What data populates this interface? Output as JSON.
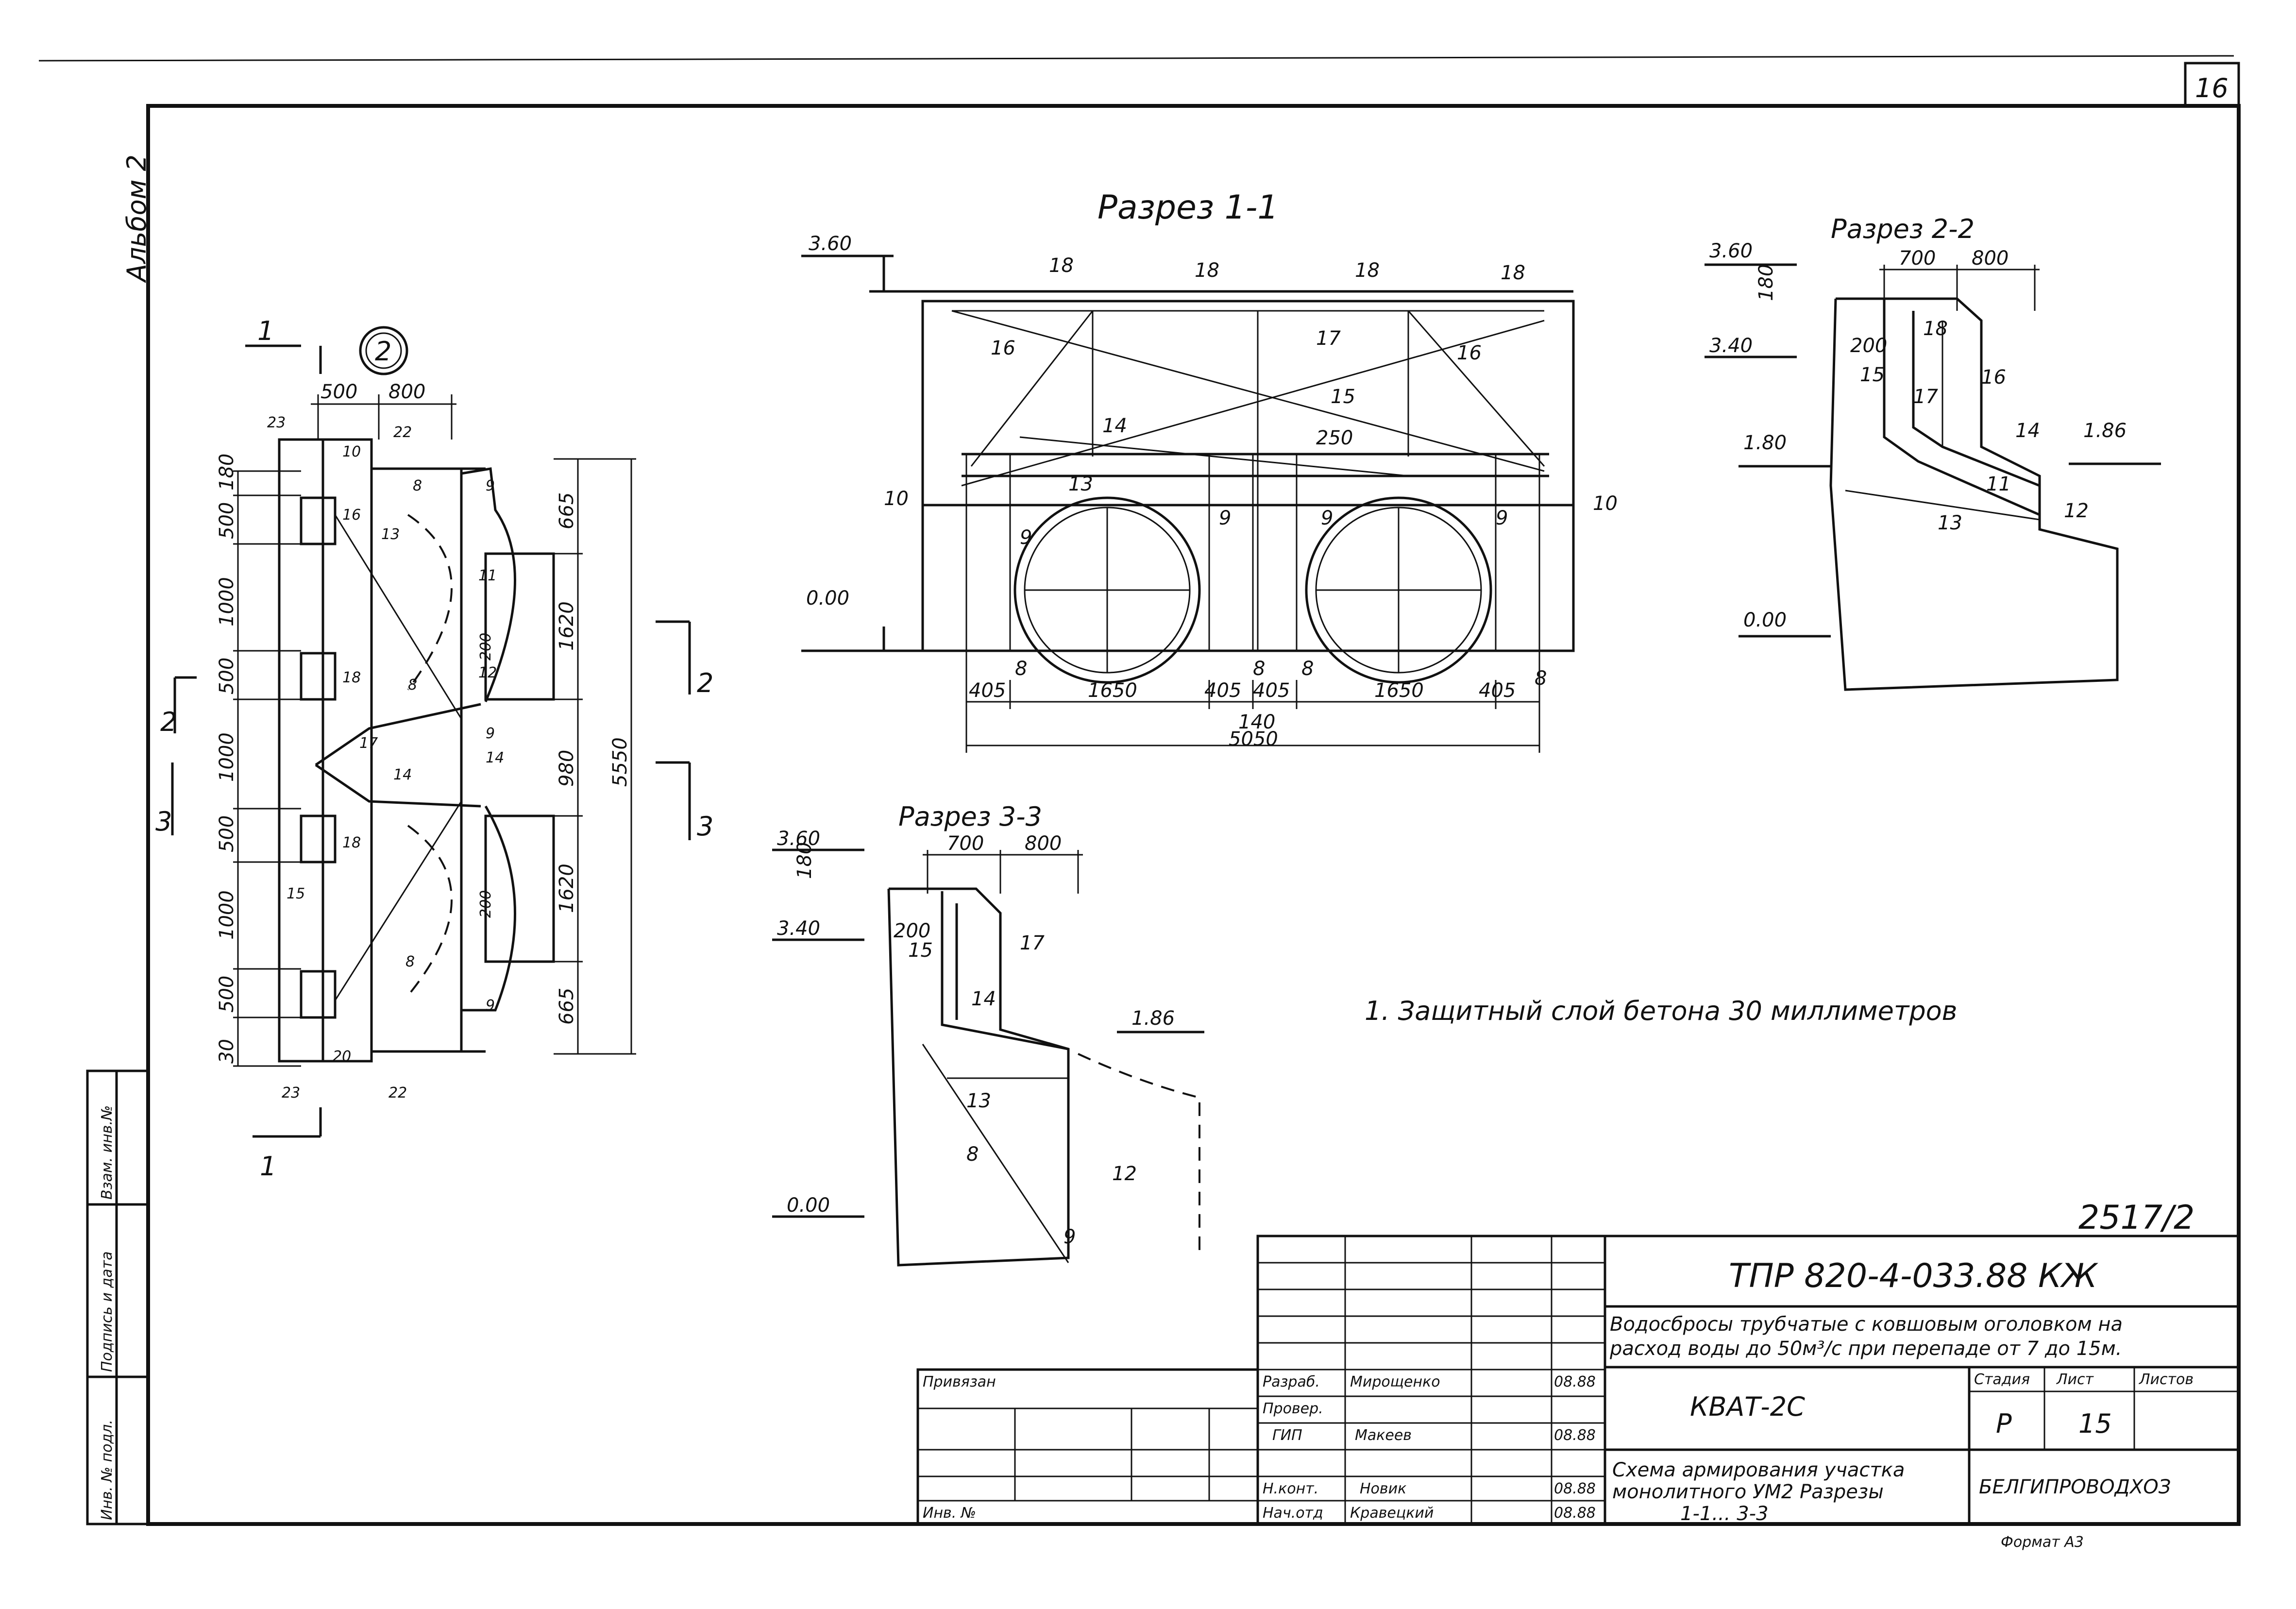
{
  "page_number": "16",
  "album_label": "Альбом 2",
  "side_stamp": [
    "Инв. № подл.",
    "Подпись и дата",
    "Взам. инв.№"
  ],
  "plan": {
    "mark": "2",
    "dims_top": [
      "500",
      "800"
    ],
    "dims_left": [
      "180",
      "500",
      "1000",
      "500",
      "1000",
      "500",
      "1000",
      "500",
      "30"
    ],
    "dims_right": [
      "665",
      "1620",
      "980",
      "1620",
      "665"
    ],
    "dim_total": "5550",
    "inner_dims": [
      "200",
      "200"
    ],
    "callouts": [
      "23",
      "22",
      "10",
      "16",
      "13",
      "8",
      "9",
      "11",
      "18",
      "12",
      "8",
      "9",
      "17",
      "14",
      "14",
      "15",
      "18",
      "8",
      "9",
      "20",
      "22",
      "23"
    ],
    "cut_marks": [
      "1",
      "1",
      "2",
      "2",
      "3",
      "3"
    ]
  },
  "section_1": {
    "title": "Разрез 1-1",
    "level_top": "3.60",
    "level_bottom": "0.00",
    "callouts_top": [
      "18",
      "18",
      "18",
      "18"
    ],
    "callouts": [
      "16",
      "17",
      "15",
      "16",
      "14",
      "250",
      "13",
      "10",
      "10",
      "9",
      "9",
      "9",
      "9",
      "8",
      "8",
      "8",
      "8"
    ],
    "dims": [
      "405",
      "1650",
      "405",
      "405",
      "1650",
      "405"
    ],
    "dim_140": "140",
    "dim_total": "5050"
  },
  "section_2": {
    "title": "Разрез 2-2",
    "levels": [
      "3.60",
      "3.40",
      "1.80",
      "1.86",
      "0.00"
    ],
    "dims": [
      "700",
      "800",
      "180",
      "200"
    ],
    "callouts": [
      "18",
      "15",
      "17",
      "16",
      "14",
      "11",
      "13",
      "12"
    ]
  },
  "section_3": {
    "title": "Разрез 3-3",
    "levels": [
      "3.60",
      "3.40",
      "1.86",
      "0.00"
    ],
    "dims": [
      "700",
      "800",
      "180",
      "200"
    ],
    "callouts": [
      "15",
      "17",
      "14",
      "13",
      "8",
      "12",
      "9"
    ]
  },
  "note": "1. Защитный слой бетона 30 миллиметров",
  "title_block": {
    "archive_no": "2517/2",
    "doc_code": "ТПР 820-4-033.88 КЖ",
    "project_title": [
      "Водосбросы трубчатые с ковшовым оголовком на",
      "расход воды до 50м³/с при перепаде от 7 до 15м."
    ],
    "object": "КВАТ-2С",
    "sheet_title": [
      "Схема армирования участка",
      "монолитного УМ2 Разрезы",
      "1-1... 3-3"
    ],
    "col_stage": "Стадия",
    "col_sheet": "Лист",
    "col_sheets": "Листов",
    "stage": "Р",
    "sheet": "15",
    "sheets": "",
    "organization": "БЕЛГИПРОВОДХОЗ",
    "format": "Формат А3",
    "privyazan": "Привязан",
    "inv_no": "Инв. №",
    "roles": [
      {
        "role": "Разраб.",
        "name": "Мирощенко",
        "date": "08.88"
      },
      {
        "role": "Провер.",
        "name": "",
        "date": ""
      },
      {
        "role": "ГИП",
        "name": "Макеев",
        "date": "08.88"
      },
      {
        "role": "Н.конт.",
        "name": "Новик",
        "date": "08.88"
      },
      {
        "role": "Нач.отд",
        "name": "Кравецкий",
        "date": "08.88"
      }
    ]
  }
}
